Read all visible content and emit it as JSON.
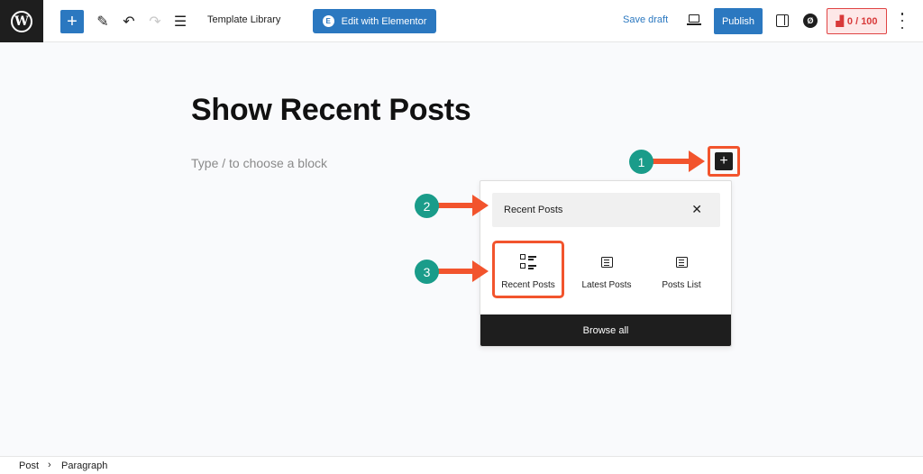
{
  "toolbar": {
    "logo": "wordpress-logo",
    "logo_glyph": "W",
    "inserter_glyph": "+",
    "tools_glyph": "✎",
    "undo_glyph": "↶",
    "redo_glyph": "↷",
    "list_view_glyph": "☰",
    "template_library_label": "Template Library",
    "elementor_label": "Edit with Elementor",
    "elementor_glyph": "E",
    "save_draft_label": "Save draft",
    "publish_label": "Publish",
    "plugin_glyph": "Ø",
    "score_label": "0 / 100",
    "score_glyph": "▟"
  },
  "editor": {
    "post_title": "Show Recent Posts",
    "block_placeholder": "Type / to choose a block",
    "add_block_glyph": "+"
  },
  "inserter_popover": {
    "search_value": "Recent Posts",
    "clear_glyph": "✕",
    "results": [
      {
        "label": "Recent Posts",
        "icon": "recent-posts-icon",
        "selected": true
      },
      {
        "label": "Latest Posts",
        "icon": "list-icon",
        "selected": false
      },
      {
        "label": "Posts List",
        "icon": "list-icon",
        "selected": false
      }
    ],
    "browse_all_label": "Browse all"
  },
  "annotations": [
    {
      "number": "1",
      "target": "add-block-button"
    },
    {
      "number": "2",
      "target": "block-search-input"
    },
    {
      "number": "3",
      "target": "recent-posts-result"
    }
  ],
  "colors": {
    "accent": "#2b78c0",
    "annotation_arrow": "#f2542d",
    "annotation_badge": "#1a9c8a",
    "score_red": "#d83a3a"
  },
  "footer": {
    "breadcrumbs": [
      "Post",
      "Paragraph"
    ],
    "separator": "›"
  }
}
